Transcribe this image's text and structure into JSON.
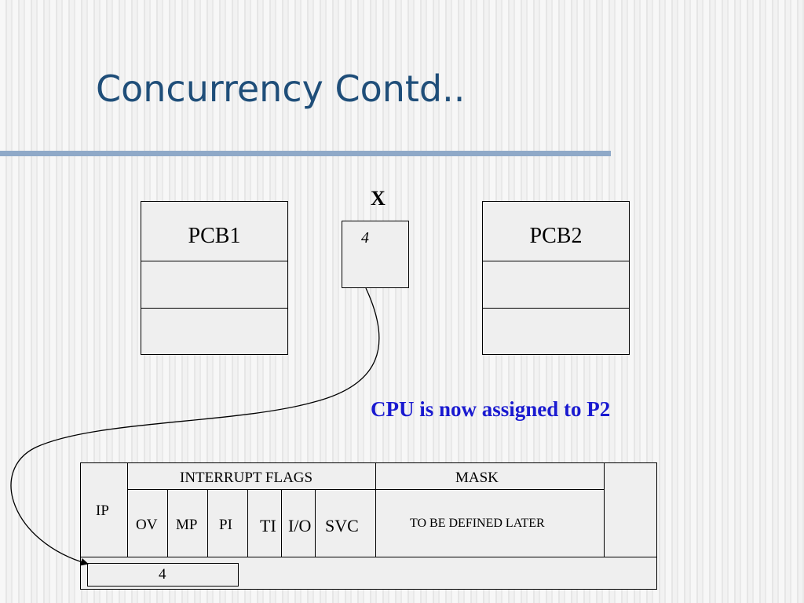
{
  "slide": {
    "title": "Concurrency Contd.."
  },
  "pcb1": {
    "label": "PCB1"
  },
  "pcb2": {
    "label": "PCB2"
  },
  "variable_x": {
    "name": "X",
    "value": "4"
  },
  "status": {
    "message": "CPU is now assigned to P2"
  },
  "register": {
    "ip_label": "IP",
    "interrupt_flags_label": "INTERRUPT FLAGS",
    "mask_label": "MASK",
    "flags": [
      "OV",
      "MP",
      "PI",
      "TI",
      "I/O",
      "SVC"
    ],
    "mask_value": "TO BE DEFINED LATER",
    "ip_value": "4"
  },
  "colors": {
    "title": "#1f4e79",
    "rule": "#8fa9c8",
    "status": "#1a1ad0"
  }
}
